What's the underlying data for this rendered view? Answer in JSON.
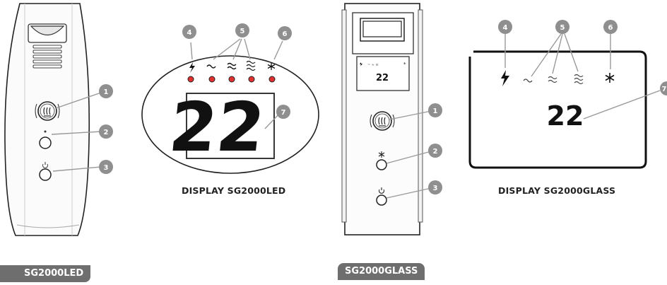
{
  "captions": {
    "display_led": "DISPLAY SG2000LED",
    "display_glass": "DISPLAY SG2000GLASS"
  },
  "tags": {
    "led": "SG2000LED",
    "glass": "SG2000GLASS"
  },
  "display_value": "22",
  "callouts": [
    "1",
    "2",
    "3",
    "4",
    "5",
    "6",
    "7"
  ],
  "colors": {
    "callout_fill": "#8f8f8f",
    "indicator_red": "#e03030",
    "tag_bg": "#6e6e6e"
  },
  "icons": [
    "heat-wave-icon",
    "power-icon",
    "lightning-icon",
    "tilde-icon",
    "double-wave-icon",
    "triple-wave-icon",
    "snowflake-icon"
  ]
}
